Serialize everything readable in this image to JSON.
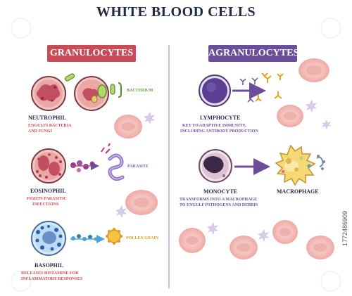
{
  "title": "WHITE BLOOD CELLS",
  "granulocytes": {
    "header": "GRANULOCYTES",
    "neutrophil": {
      "name": "NEUTROPHIL",
      "desc1": "ENGULFS BACTERIA",
      "desc2": "AND FUNGI",
      "tag": "BACTERIUM"
    },
    "eosinophil": {
      "name": "EOSINOPHIL",
      "desc1": "FIGHTS PARASITIC",
      "desc2": "INFECTIONS",
      "tag": "PARASITE"
    },
    "basophil": {
      "name": "BASOPHIL",
      "desc1": "RELEASES HISTAMINE FOR",
      "desc2": "INFLAMMATORY RESPONSES",
      "tag": "POLLEN GRAIN"
    }
  },
  "agranulocytes": {
    "header": "AGRANULOCYTES",
    "lymphocyte": {
      "name": "LYMPHOCYTE",
      "desc1": "KEY TO ADAPTIVE IMMUNITY,",
      "desc2": "INCLUDING ANTIBODY PRODUCTION"
    },
    "monocyte": {
      "name": "MONOCYTE",
      "desc1": "TRANSFORMS INTO A MACROPHAGE",
      "desc2": "TO ENGULF PATHOGENS AND DEBRIS"
    },
    "macrophage": {
      "name": "MACROPHAGE"
    }
  },
  "watermark": "1772486909",
  "colors": {
    "granulocyte_accent": "#c94b55",
    "agranulocyte_accent": "#6b4e9b",
    "rbc": "#f2b6b3"
  }
}
